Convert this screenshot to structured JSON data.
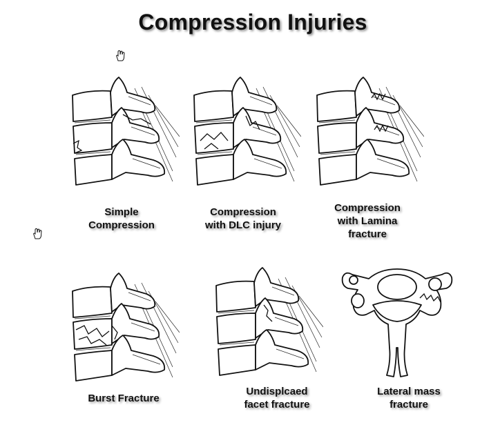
{
  "title": "Compression Injuries",
  "captions": [
    {
      "id": "simple-compression",
      "lines": [
        "Simple",
        "Compression"
      ]
    },
    {
      "id": "compression-dlc",
      "lines": [
        "Compression",
        "with DLC injury"
      ]
    },
    {
      "id": "compression-lamina",
      "lines": [
        "Compression",
        "with Lamina",
        "fracture"
      ]
    },
    {
      "id": "burst-fracture",
      "lines": [
        "Burst Fracture"
      ]
    },
    {
      "id": "undisplaced-facet",
      "lines": [
        "Undisplcaed",
        "facet fracture"
      ]
    },
    {
      "id": "lateral-mass",
      "lines": [
        "Lateral mass",
        "fracture"
      ]
    }
  ],
  "icons": [
    "hand-cursor-icon",
    "hand-cursor-icon"
  ]
}
